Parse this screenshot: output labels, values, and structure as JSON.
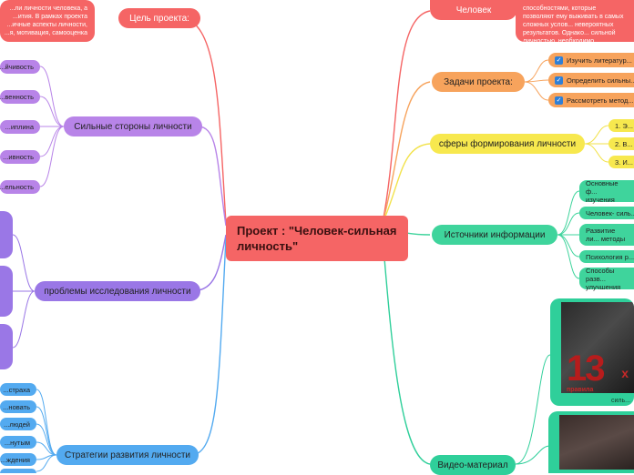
{
  "central": {
    "title": "Проект : \"Человек-сильная личность\""
  },
  "left": {
    "goal": {
      "label": "Цель проекта:",
      "desc": "...ли личности человека, а ...ития. В рамках проекта ...ичные аспекты личности, ...я, мотивация, самооценка"
    },
    "strengths": {
      "label": "Сильные стороны личности",
      "items": [
        "...йчивость",
        "...венность",
        "...иплина",
        "...ивность",
        "...ельность"
      ]
    },
    "problems": {
      "label": "проблемы исследования личности"
    },
    "strategies": {
      "label": "Стратегии развития личности",
      "items": [
        "...страха",
        "...новать",
        "...людей",
        "...нутым",
        "...ждения",
        "..."
      ]
    }
  },
  "right": {
    "person": {
      "label": "Человек",
      "desc": "способностями, которые позволяют ему выживать в самых сложных услов... невероятных результатов. Однако... сильной личностью, необходимо... способности и преодолевать труд..."
    },
    "tasks": {
      "label": "Задачи проекта:",
      "items": [
        "Изучить литератур...",
        "Определить сильны...",
        "Рассмотреть метод..."
      ]
    },
    "spheres": {
      "label": "сферы формирования личности",
      "items": [
        "1. Э...",
        "2. В...",
        "3. И..."
      ]
    },
    "sources": {
      "label": "Источники информации",
      "items": [
        "Основные ф... изучения",
        "Человек- силь...",
        "Развитие ли... методы",
        "Психология р...",
        "Способы разв... улучшения"
      ]
    },
    "video": {
      "label": "Видео-материал",
      "v1_number": "13",
      "v1_word": "правила",
      "v1_mark": "x",
      "v1_caption": "силь..."
    }
  },
  "colors": {
    "central": "#f56565",
    "goal": "#f56565",
    "strengths": "#b884e8",
    "problems": "#9a77e6",
    "strategies": "#53aaf0",
    "person": "#f56565",
    "tasks": "#f7a35c",
    "spheres": "#f7e84e",
    "sources": "#3fd49c",
    "video": "#2fcf9a"
  }
}
